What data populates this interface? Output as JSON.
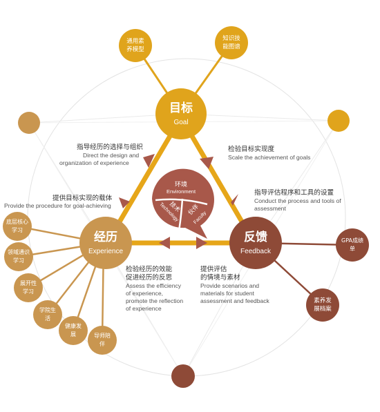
{
  "colors": {
    "goal": "#E0A41C",
    "experience": "#C99650",
    "feedback": "#8E4A37",
    "arrow": "#A8584A",
    "ring": "#E3E3E3",
    "spoke": "#EAEAEA",
    "triangle": "#E6A619"
  },
  "nodes": {
    "goal": {
      "cn": "目标",
      "en": "Goal"
    },
    "experience": {
      "cn": "经历",
      "en": "Experience"
    },
    "feedback": {
      "cn": "反馈",
      "en": "Feedback"
    }
  },
  "center": {
    "environment_cn": "环境",
    "environment_en": "Environment",
    "technology_cn": "技术",
    "technology_en": "Technology",
    "faculty_cn": "伙伴",
    "faculty_en": "Faculty"
  },
  "goal_children": [
    {
      "label": "通用素养模型"
    },
    {
      "label": "知识技能图谱"
    }
  ],
  "experience_children": [
    {
      "label": "底层核心学习"
    },
    {
      "label": "领域通识学习"
    },
    {
      "label": "展开性学习"
    },
    {
      "label": "学院生活"
    },
    {
      "label": "健康发展"
    },
    {
      "label": "导师陪伴"
    }
  ],
  "feedback_children": [
    {
      "label": "GPA成绩单"
    },
    {
      "label": "素养发展档案"
    }
  ],
  "edge_labels": {
    "left_upper": {
      "cn": "指导经历的选择与组织",
      "en1": "Direct the design and",
      "en2": "organization of experience"
    },
    "left_lower": {
      "cn": "提供目标实现的载体",
      "en": "Provide the procedure for goal-achieving"
    },
    "right_upper": {
      "cn": "检验目标实现度",
      "en": "Scale the achievement of goals"
    },
    "right_lower": {
      "cn": "指导评估程序和工具的设置",
      "en1": "Conduct the process and tools of",
      "en2": "assessment"
    },
    "bottom_left": {
      "cn1": "检验经历的效能",
      "cn2": "促进经历的反思",
      "en1": "Assess the efficiency",
      "en2": "of experience,",
      "en3": "promote the reflection",
      "en4": "of experience"
    },
    "bottom_right": {
      "cn1": "提供评估",
      "cn2": "的情境与素材",
      "en1": "Provide scenarios and",
      "en2": "materials for student",
      "en3": "assessment and feedback"
    }
  }
}
